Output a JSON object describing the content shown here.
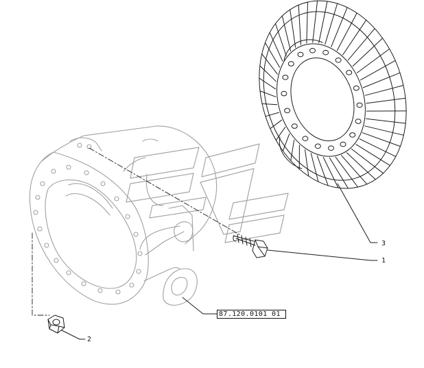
{
  "callouts": {
    "gear": "3",
    "bolt": "1",
    "nut": "2"
  },
  "reference_code": "87.120.0101 01",
  "colors": {
    "line": "#1a1a1a",
    "faint_line": "#9a9a9a",
    "background": "#ffffff"
  }
}
